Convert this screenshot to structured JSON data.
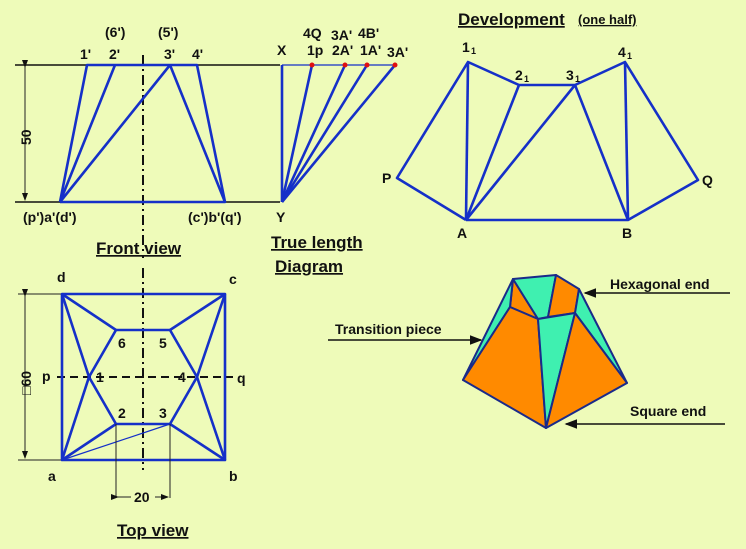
{
  "front_view": {
    "title": "Front view",
    "top_labels": [
      "1'",
      "2'",
      "3'",
      "4'"
    ],
    "hidden_labels": [
      "(6')",
      "(5')"
    ],
    "bottom_left": "(p')a'(d')",
    "bottom_right": "(c')b'(q')",
    "height_dim": "50"
  },
  "true_length": {
    "title_line1": "True length",
    "title_line2": "Diagram",
    "x_label": "X",
    "y_label": "Y",
    "top_row": [
      "4Q",
      "3A'",
      "4B'"
    ],
    "bottom_row": [
      "1p",
      "2A'",
      "1A'",
      "3A'"
    ]
  },
  "development": {
    "title": "Development",
    "subtitle": "(one half)",
    "points": {
      "p1": "1",
      "p2": "2",
      "p3": "3",
      "p4": "4",
      "sub": "1",
      "P": "P",
      "Q": "Q",
      "A": "A",
      "B": "B"
    }
  },
  "top_view": {
    "title": "Top view",
    "corners": {
      "a": "a",
      "b": "b",
      "c": "c",
      "d": "d"
    },
    "hex": [
      "1",
      "2",
      "3",
      "4",
      "5",
      "6"
    ],
    "p": "p",
    "q": "q",
    "side_dim": "□60",
    "hex_dim": "20"
  },
  "pictorial": {
    "hexagonal_end": "Hexagonal end",
    "transition_piece": "Transition piece",
    "square_end": "Square end",
    "colors": {
      "orange": "#ff8a00",
      "teal": "#3ff0b0",
      "outline": "#1a2a8a"
    }
  }
}
